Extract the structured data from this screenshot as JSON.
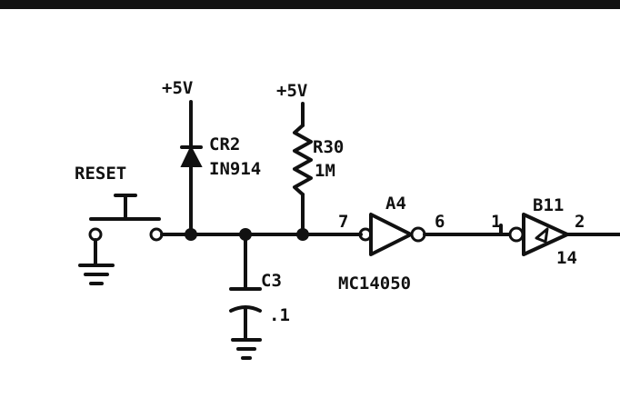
{
  "schematic": {
    "reset": {
      "label": "RESET"
    },
    "supply_left": {
      "label": "+5V"
    },
    "supply_right": {
      "label": "+5V"
    },
    "diode": {
      "ref": "CR2",
      "part": "IN914"
    },
    "resistor": {
      "ref": "R30",
      "value": "1M"
    },
    "capacitor": {
      "ref": "C3",
      "value": ".1"
    },
    "inverter_a": {
      "ref": "A4",
      "part": "MC14050",
      "pin_in": "7",
      "pin_out": "6"
    },
    "inverter_b": {
      "ref": "B11",
      "pin_in": "1",
      "pin_out": "2",
      "pin_extra": "14"
    }
  }
}
